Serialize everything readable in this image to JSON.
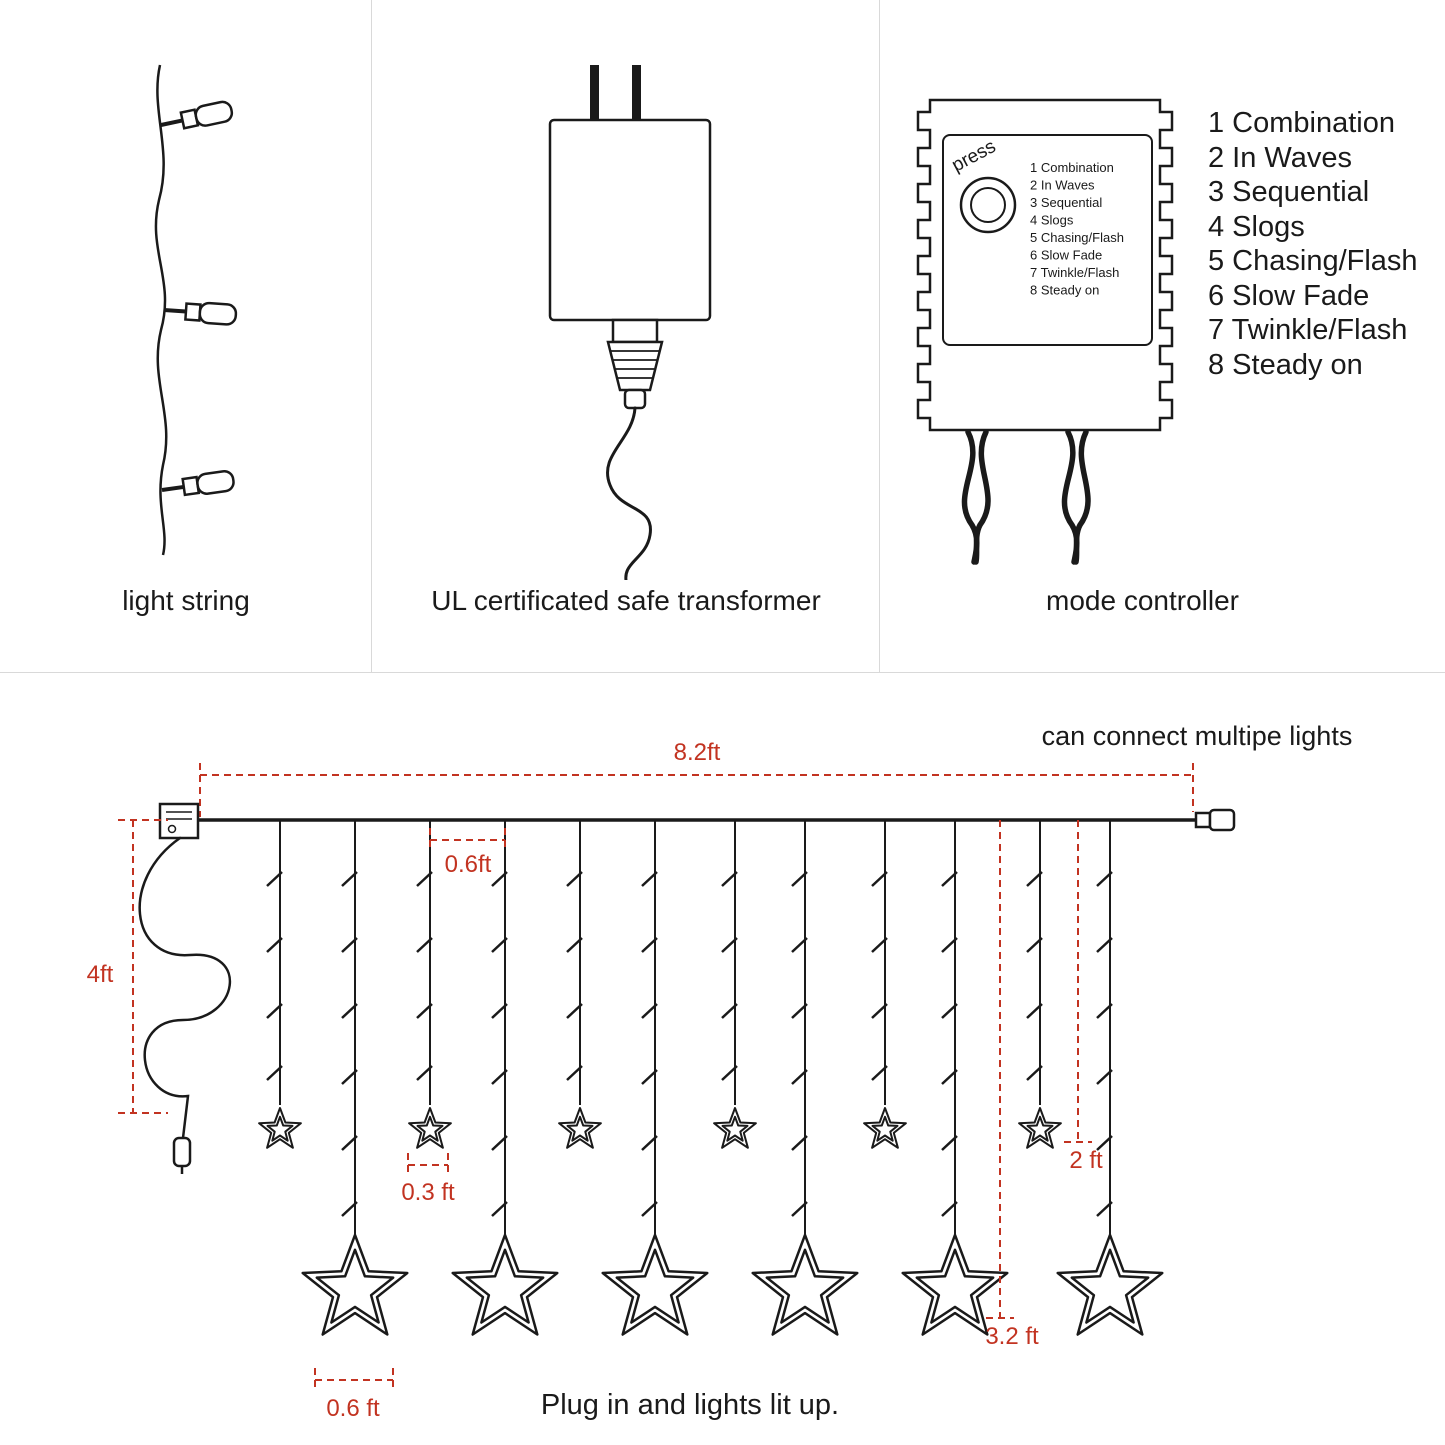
{
  "panels": {
    "light_string": {
      "caption": "light string"
    },
    "transformer": {
      "caption": "UL certificated safe transformer"
    },
    "controller": {
      "caption": "mode controller",
      "press": "press",
      "modes": [
        "1 Combination",
        "2 In Waves",
        "3 Sequential",
        "4 Slogs",
        "5 Chasing/Flash",
        "6 Slow Fade",
        "7 Twinkle/Flash",
        "8 Steady on"
      ]
    }
  },
  "diagram": {
    "note": "can connect multipe lights",
    "caption": "Plug in and lights lit up.",
    "dims": {
      "width": "8.2ft",
      "strand_gap": "0.6ft",
      "height": "4ft",
      "small_star_gap": "0.3 ft",
      "short_drop": "2 ft",
      "long_drop": "3.2 ft",
      "big_star_gap": "0.6 ft"
    }
  },
  "colors": {
    "line": "#1a1a1a",
    "dimension_red": "#c23321"
  }
}
